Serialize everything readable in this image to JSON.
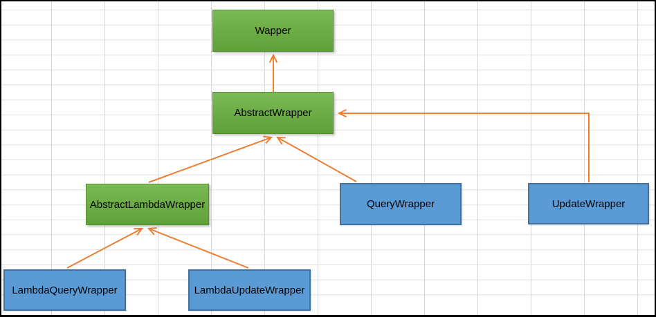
{
  "diagram": {
    "kind": "class-inheritance-diagram",
    "nodes": {
      "wapper": {
        "label": "Wapper",
        "style": "green"
      },
      "abstract_wrapper": {
        "label": "AbstractWrapper",
        "style": "green"
      },
      "abstract_lambda_wrapper": {
        "label": "AbstractLambdaWrapper",
        "style": "green"
      },
      "query_wrapper": {
        "label": "QueryWrapper",
        "style": "blue"
      },
      "update_wrapper": {
        "label": "UpdateWrapper",
        "style": "blue"
      },
      "lambda_query_wrapper": {
        "label": "LambdaQueryWrapper",
        "style": "blue"
      },
      "lambda_update_wrapper": {
        "label": "LambdaUpdateWrapper",
        "style": "blue"
      }
    },
    "edges": [
      {
        "from": "AbstractWrapper",
        "to": "Wapper"
      },
      {
        "from": "AbstractLambdaWrapper",
        "to": "AbstractWrapper"
      },
      {
        "from": "QueryWrapper",
        "to": "AbstractWrapper"
      },
      {
        "from": "UpdateWrapper",
        "to": "AbstractWrapper"
      },
      {
        "from": "LambdaQueryWrapper",
        "to": "AbstractLambdaWrapper"
      },
      {
        "from": "LambdaUpdateWrapper",
        "to": "AbstractLambdaWrapper"
      }
    ],
    "colors": {
      "green_fill": "#6aaa43",
      "green_border": "#569032",
      "blue_fill": "#5b9bd5",
      "blue_border": "#41719c",
      "arrow": "#ed7d31",
      "gridline": "#dcdcdc",
      "background": "#ffffff",
      "text": "#000000"
    }
  }
}
